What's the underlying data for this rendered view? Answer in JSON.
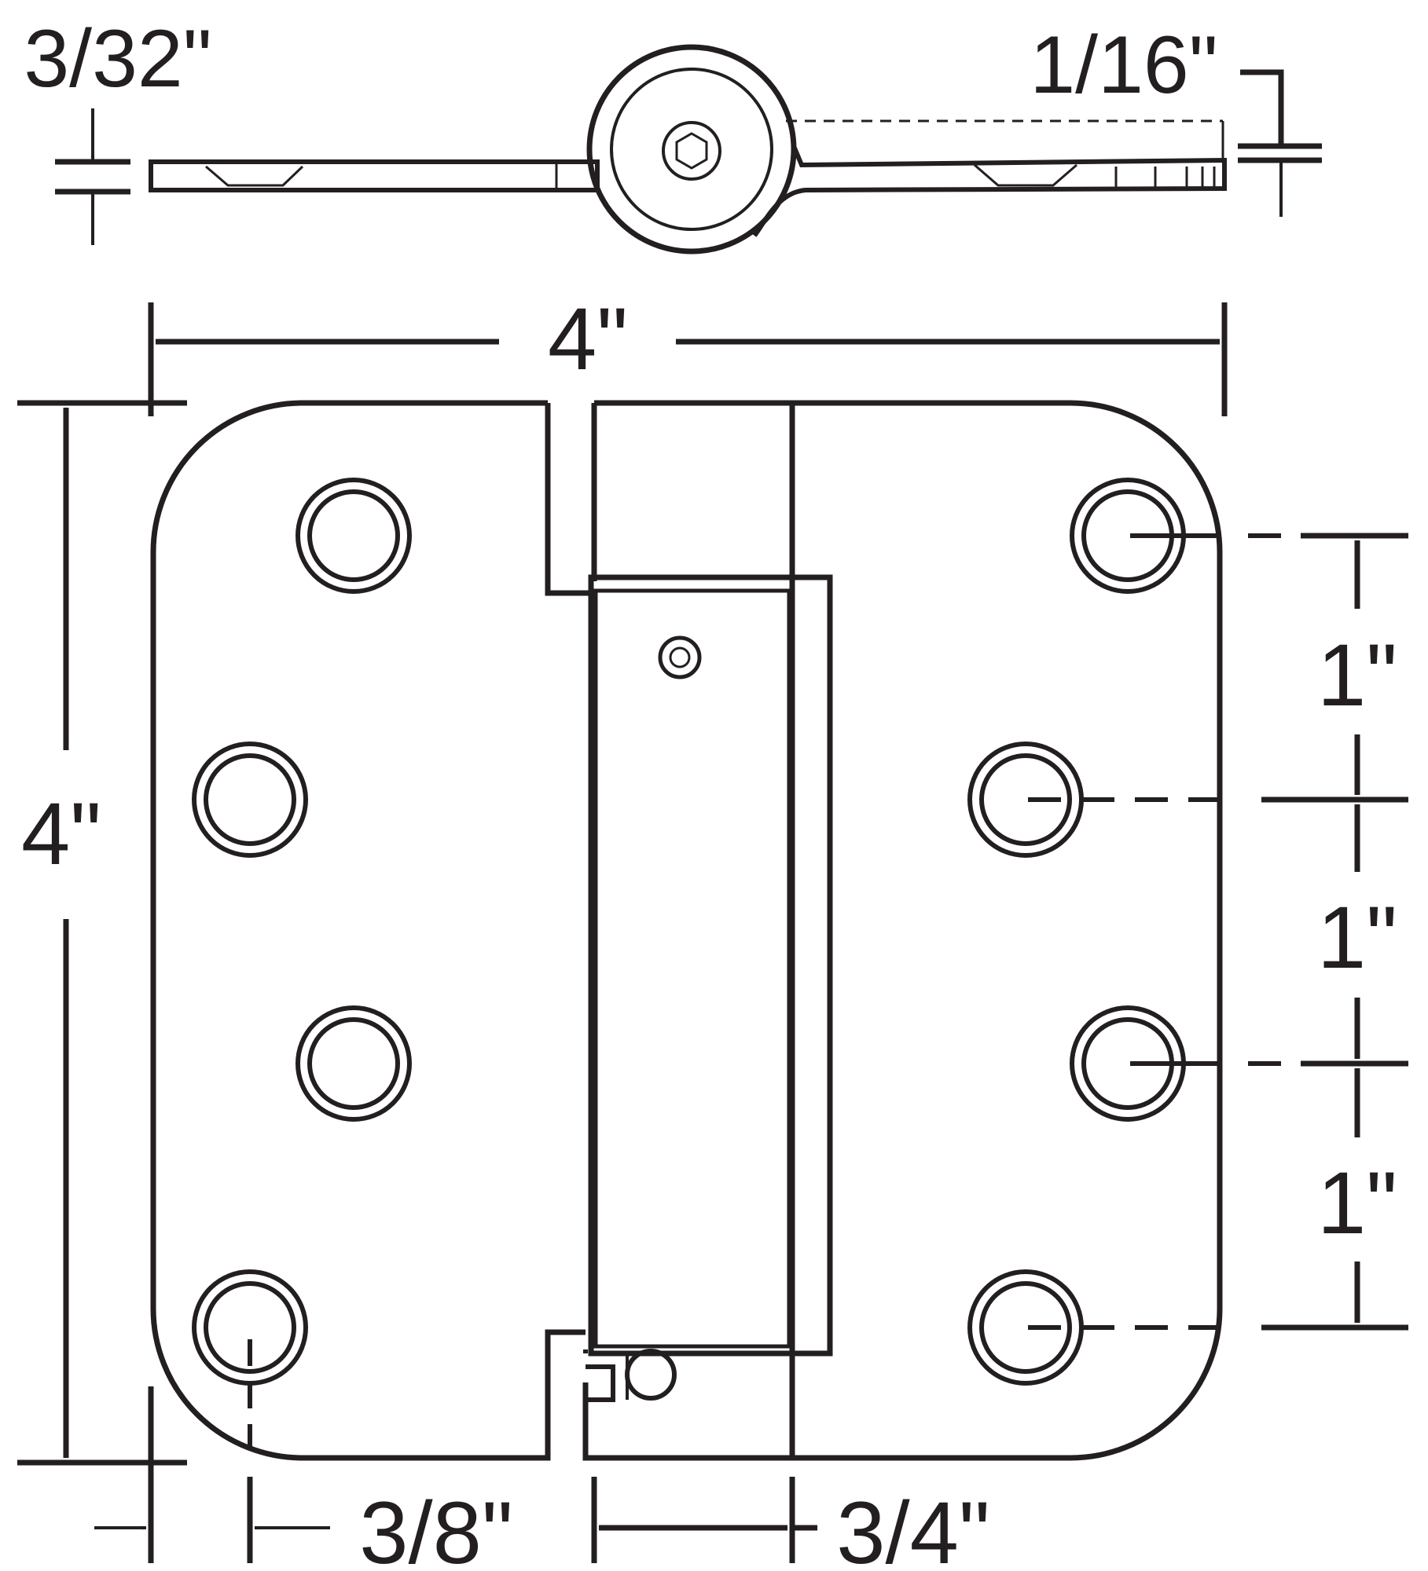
{
  "colors": {
    "ink": "#231f20",
    "paper": "#ffffff"
  },
  "dimensions": {
    "leaf_thickness": "3/32\"",
    "gap_thickness": "1/16\"",
    "overall_width": "4\"",
    "overall_height": "4\"",
    "hole_spacing_1": "1\"",
    "hole_spacing_2": "1\"",
    "hole_spacing_3": "1\"",
    "hole_edge_offset": "3/8\"",
    "knuckle_width": "3/4\""
  },
  "icons": {
    "pin_head": "hex-socket-icon"
  }
}
